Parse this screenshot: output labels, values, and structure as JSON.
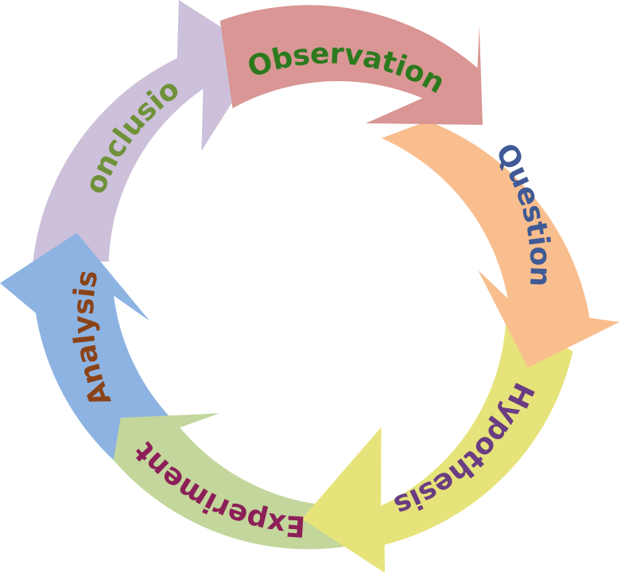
{
  "diagram": {
    "stages": [
      {
        "label": "Observation",
        "arrow_color": "#d99694",
        "text_color": "#2c7a1e"
      },
      {
        "label": "Question",
        "arrow_color": "#f9be8e",
        "text_color": "#3f5a95"
      },
      {
        "label": "Hypothesis",
        "arrow_color": "#e6e37a",
        "text_color": "#6a3d82"
      },
      {
        "label": "Experiment",
        "arrow_color": "#c3d69b",
        "text_color": "#8c1f58"
      },
      {
        "label": "Analysis",
        "arrow_color": "#8db3e2",
        "text_color": "#8a4318"
      },
      {
        "label": "Conclusion",
        "arrow_color": "#ccc0da",
        "text_color": "#6f9139"
      }
    ]
  }
}
